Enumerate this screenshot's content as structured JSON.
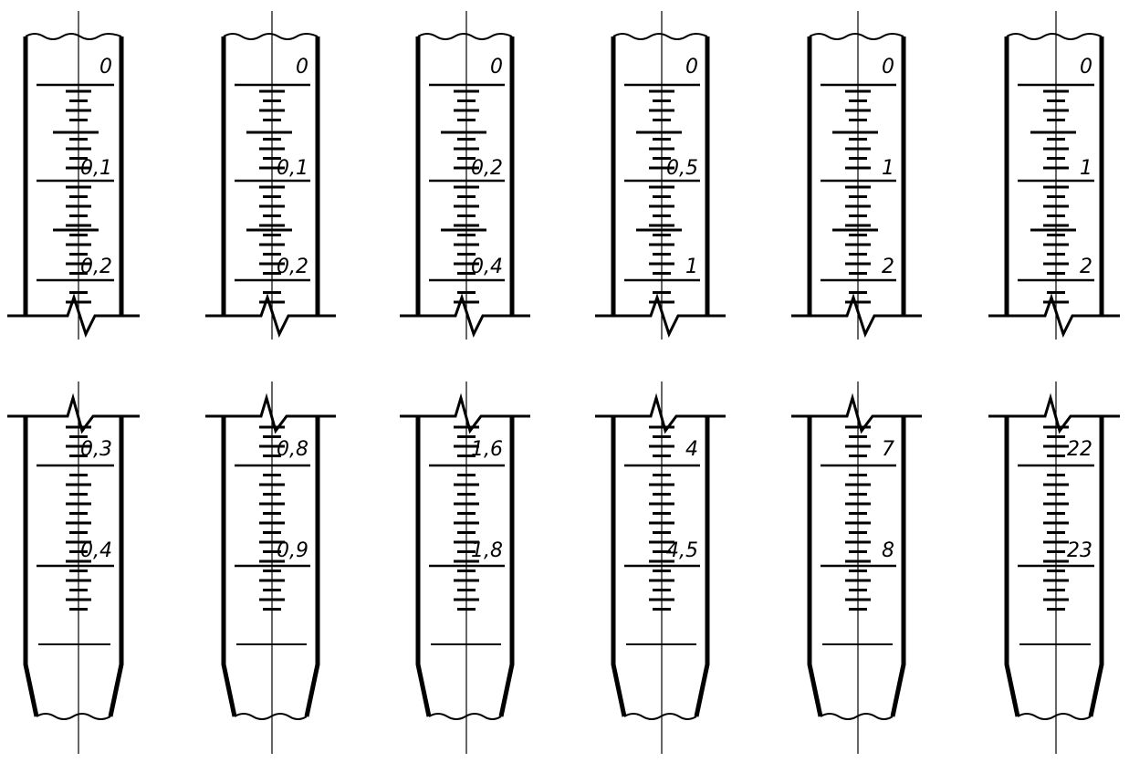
{
  "colors": {
    "ink": "#000000",
    "paper": "#ffffff"
  },
  "tubes": [
    {
      "top": [
        "0",
        "0,1",
        "0,2"
      ],
      "bottom": [
        "0,3",
        "0,4"
      ]
    },
    {
      "top": [
        "0",
        "0,1",
        "0,2"
      ],
      "bottom": [
        "0,8",
        "0,9"
      ]
    },
    {
      "top": [
        "0",
        "0,2",
        "0,4"
      ],
      "bottom": [
        "1,6",
        "1,8"
      ]
    },
    {
      "top": [
        "0",
        "0,5",
        "1"
      ],
      "bottom": [
        "4",
        "4,5"
      ]
    },
    {
      "top": [
        "0",
        "1",
        "2"
      ],
      "bottom": [
        "7",
        "8"
      ]
    },
    {
      "top": [
        "0",
        "1",
        "2"
      ],
      "bottom": [
        "22",
        "23"
      ]
    }
  ]
}
